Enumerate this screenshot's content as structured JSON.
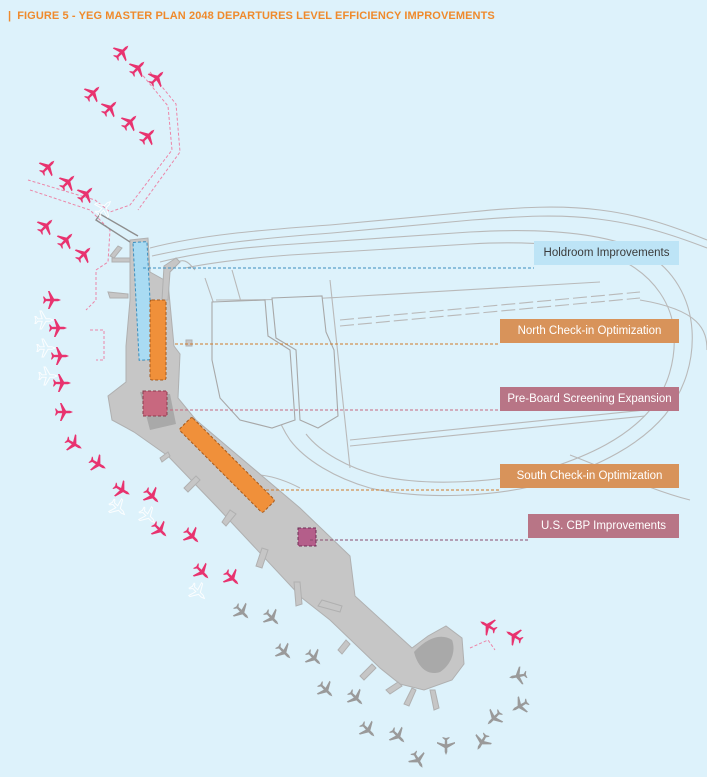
{
  "figure": {
    "separator": "|",
    "title": "FIGURE 5 - YEG MASTER PLAN 2048 DEPARTURES LEVEL EFFICIENCY IMPROVEMENTS"
  },
  "callouts": {
    "holdroom": "Holdroom Improvements",
    "north_checkin": "North Check-in Optimization",
    "pre_board": "Pre-Board Screening Expansion",
    "south_checkin": "South Check-in Optimization",
    "cbp": "U.S. CBP Improvements"
  },
  "colors": {
    "background": "#ddf2fb",
    "title": "#ef8a2c",
    "terminal": "#c9c9c9",
    "holdroom": "#a9dbf3",
    "checkin": "#f0903a",
    "screening": "#c8687f",
    "cbp": "#b45e8a",
    "aircraft_pink": "#e8336f",
    "aircraft_gray": "#9a9a9a",
    "roads": "#b9b9b9"
  },
  "icons": {
    "aircraft": "airplane-icon"
  }
}
